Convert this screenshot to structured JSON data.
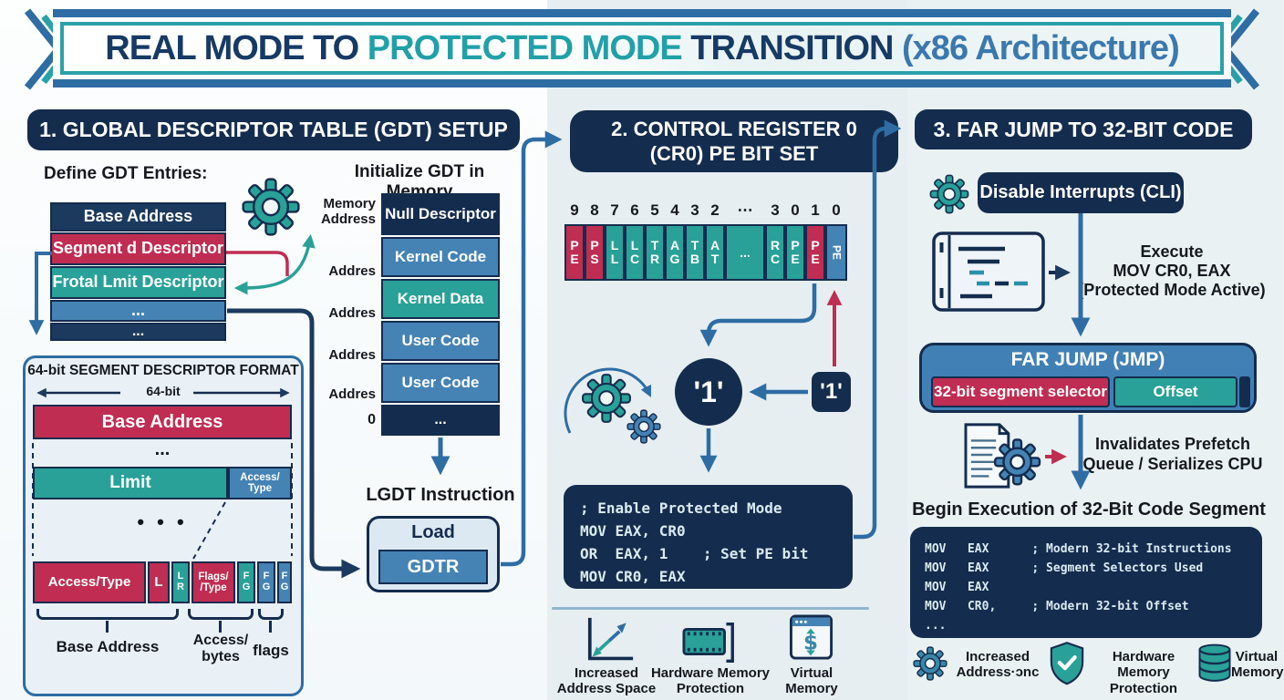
{
  "banner": {
    "title_pre": "REAL MODE TO ",
    "title_highlight": "PROTECTED MODE",
    "title_post": " TRANSITION ",
    "title_suffix": "(x86 Architecture)"
  },
  "colors": {
    "navy": "#1b3a5e",
    "deep_navy": "#142c4d",
    "crimson": "#bf2e52",
    "teal": "#2aa198",
    "blue": "#4583b5",
    "steel": "#2e6da4",
    "banner_teal": "#2aa1a8",
    "title_teal": "#21a0a8",
    "title_steel": "#3b78ad"
  },
  "s1": {
    "header": "1. GLOBAL DESCRIPTOR TABLE (GDT) SETUP",
    "define_label": "Define GDT Entries:",
    "gdt_rows": [
      {
        "label": "Base Address"
      },
      {
        "label": "Segment d Descriptor"
      },
      {
        "label": "Frotal Lmit Descriptor"
      },
      {
        "label": "..."
      },
      {
        "label": "..."
      }
    ],
    "init_label": "Initialize GDT in Memory",
    "mem_side": {
      "top": "Memory Address",
      "a1": "Addres",
      "a2": "Addres",
      "a3": "Addres",
      "a4": "Addres",
      "zero": "0"
    },
    "mem_rows": [
      {
        "label": "Null Descriptor"
      },
      {
        "label": "Kernel Code"
      },
      {
        "label": "Kernel Data"
      },
      {
        "label": "User Code"
      },
      {
        "label": "User Code"
      },
      {
        "label": "..."
      }
    ],
    "fmt": {
      "title": "64-bit SEGMENT DESCRIPTOR FORMAT",
      "width_label": "64-bit",
      "row_base": "Base Address",
      "dots1": "...",
      "row_limit": "Limit",
      "access_top": "Access/",
      "access_bottom": "Type",
      "dots2": "• • •",
      "bits": [
        {
          "label": "Access/Type"
        },
        {
          "label": "L"
        },
        {
          "top": "L",
          "bottom": "R"
        },
        {
          "top": "Flags/",
          "bottom": "/Type"
        },
        {
          "top": "F",
          "bottom": "G"
        },
        {
          "top": "F",
          "bottom": "G"
        },
        {
          "top": "F",
          "bottom": "G"
        }
      ],
      "brace1": "Base Address",
      "brace2": "Access/ bytes",
      "brace3": "flags"
    },
    "lgdt_label": "LGDT Instruction",
    "load_label": "Load",
    "gdtr_label": "GDTR"
  },
  "s2": {
    "header_line1": "2. CONTROL REGISTER 0",
    "header_line2": "(CR0) PE BIT SET",
    "bit_numbers": [
      "9",
      "8",
      "7",
      "6",
      "5",
      "4",
      "3",
      "2",
      "⋯",
      "3",
      "0",
      "1",
      "0"
    ],
    "bit_cells": [
      {
        "top": "P",
        "bottom": "E"
      },
      {
        "top": "P",
        "bottom": "S"
      },
      {
        "top": "L",
        "bottom": "L"
      },
      {
        "top": "L",
        "bottom": "C"
      },
      {
        "top": "T",
        "bottom": "R"
      },
      {
        "top": "A",
        "bottom": "G"
      },
      {
        "top": "T",
        "bottom": "B"
      },
      {
        "top": "A",
        "bottom": "T"
      },
      {
        "top": "...",
        "bottom": ""
      },
      {
        "top": "R",
        "bottom": "C"
      },
      {
        "top": "P",
        "bottom": "E"
      },
      {
        "top": "P",
        "bottom": "E"
      },
      {
        "vert": "PE"
      }
    ],
    "one_circle": "'1'",
    "one_box": "'1'",
    "code": [
      "; Enable Protected Mode",
      "MOV EAX, CR0",
      "OR  EAX, 1    ; Set PE bit",
      "MOV CR0, EAX"
    ],
    "benefits": [
      {
        "label": "Increased Address Space"
      },
      {
        "label": "Hardware Memory Protection"
      },
      {
        "label": "Virtual Memory"
      }
    ]
  },
  "s3": {
    "header": "3. FAR JUMP TO 32-BIT CODE",
    "disable_label": "Disable Interrupts (CLI)",
    "execute_line1": "Execute",
    "execute_line2": "MOV CR0, EAX",
    "execute_line3": "(Protected Mode Active)",
    "farjump_title": "FAR JUMP (JMP)",
    "selector_label": "32-bit segment selector",
    "offset_label": "Offset",
    "invalidates_line1": "Invalidates Prefetch",
    "invalidates_line2": "Queue / Serializes CPU",
    "begin_label": "Begin Execution of 32-Bit Code Segment",
    "code": [
      "MOV   EAX      ; Modern 32-bit Instructions",
      "MOV   EAX      ; Segment Selectors Used",
      "MOV   EAX",
      "MOV   CR0,     ; Modern 32-bit Offset",
      "..."
    ],
    "benefits": [
      {
        "label": "Increased Address·ɔnc"
      },
      {
        "label": "Hardware Memory Protection"
      },
      {
        "label": "Virtual Memory"
      }
    ]
  }
}
